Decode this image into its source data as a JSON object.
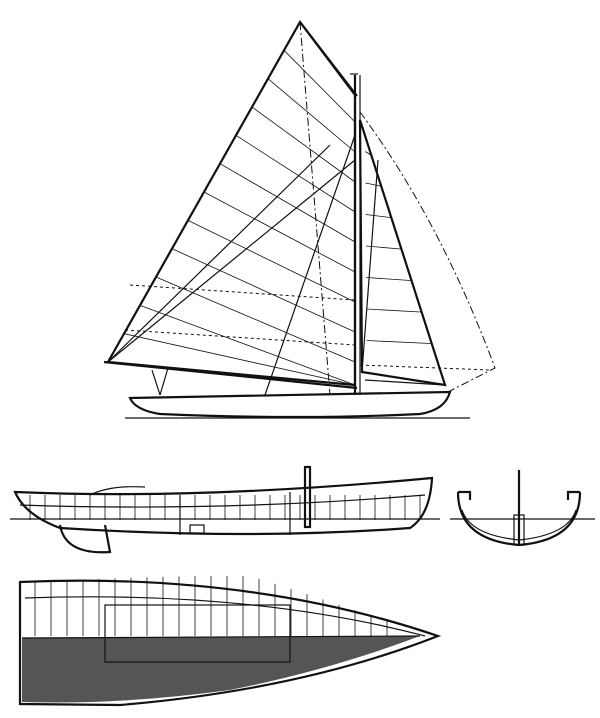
{
  "drawing": {
    "views": [
      "sail-plan",
      "side-profile",
      "midship-section",
      "deck-plan"
    ],
    "ink_color": "#111111",
    "paper_color": "#ffffff"
  }
}
